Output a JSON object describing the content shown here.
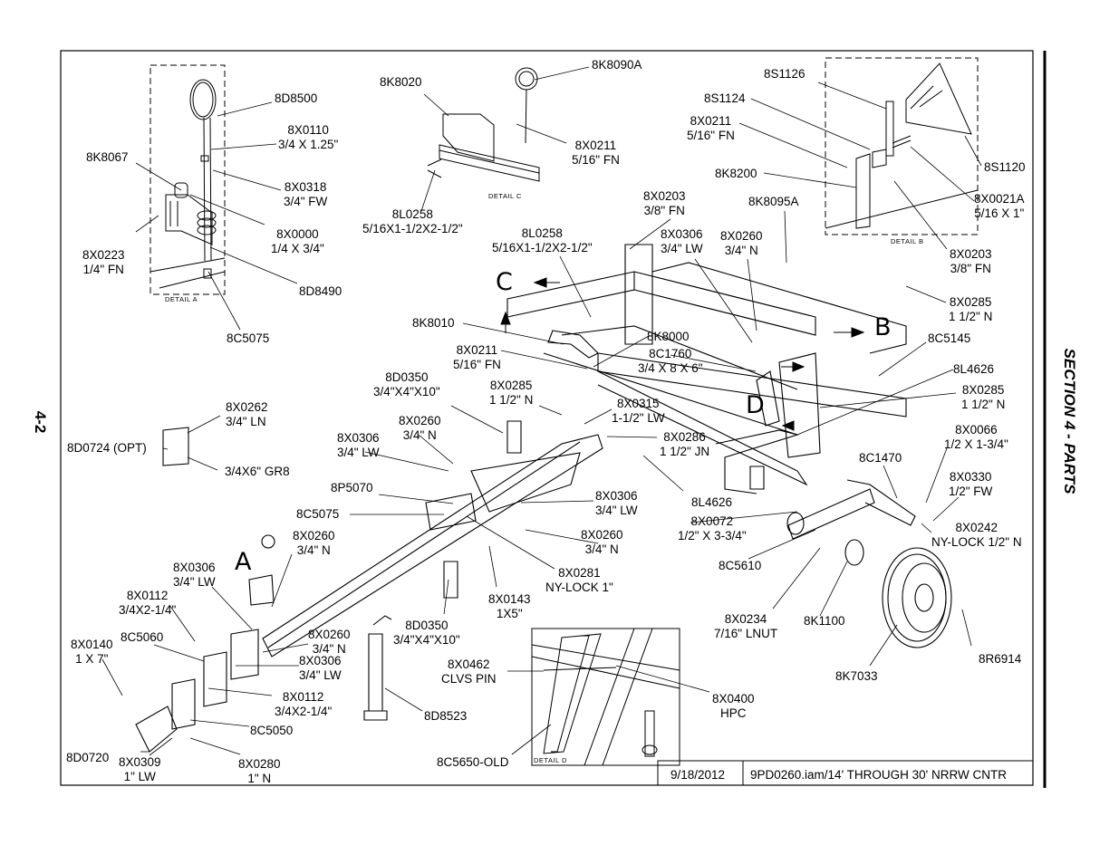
{
  "page": {
    "number": "4-2",
    "section": "SECTION 4 - PARTS"
  },
  "title_block": {
    "date": "9/18/2012",
    "file": "9PD0260.iam/14' THROUGH 30' NRRW CNTR"
  },
  "detail_labels": {
    "a": "DETAIL  A",
    "b": "DETAIL  B",
    "c": "DETAIL  C",
    "d": "DETAIL  D"
  },
  "detail_letters": {
    "a": "A",
    "b": "B",
    "c": "C",
    "d": "D"
  },
  "parts": {
    "p8D8500": "8D8500",
    "p8X0110": "8X0110\n3/4 X 1.25\"",
    "p8K8067": "8K8067",
    "p8X0318": "8X0318\n3/4\" FW",
    "p8X0000": "8X0000\n1/4 X 3/4\"",
    "p8X0223": "8X0223\n1/4\" FN",
    "p8D8490": "8D8490",
    "p8C5075a": "8C5075",
    "p8K8020": "8K8020",
    "p8K8090A": "8K8090A",
    "p8X0211c": "8X0211\n5/16\" FN",
    "p8L0258c": "8L0258\n5/16X1-1/2X2-1/2\"",
    "p8S1126": "8S1126",
    "p8S1124": "8S1124",
    "p8X0211b": "8X0211\n5/16\" FN",
    "p8K8200": "8K8200",
    "p8S1120": "8S1120",
    "p8X0021A": "8X0021A\n5/16 X 1\"",
    "p8X0203b": "8X0203\n3/8\" FN",
    "p8X0203": "8X0203\n3/8\" FN",
    "p8K8095A": "8K8095A",
    "p8L0258": "8L0258\n5/16X1-1/2X2-1/2\"",
    "p8X0306a": "8X0306\n3/4\" LW",
    "p8X0260a": "8X0260\n3/4\" N",
    "p8X0285a": "8X0285\n1 1/2\" N",
    "p8K8010": "8K8010",
    "p8K8000": "8K8000",
    "p8X0211": "8X0211\n5/16\" FN",
    "p8C1760": "8C1760\n3/4 X 8 X 6\"",
    "p8C5145": "8C5145",
    "p8L4626a": "8L4626",
    "p8X0285b": "8X0285\n1 1/2\" N",
    "p8D0350a": "8D0350\n3/4\"X4\"X10\"",
    "p8X0285c": "8X0285\n1 1/2\" N",
    "p8X0315": "8X0315\n1-1/2\" LW",
    "p8X0286": "8X0286\n1 1/2\" JN",
    "p8X0066": "8X0066\n1/2 X 1-3/4\"",
    "p8X0262": "8X0262\n3/4\" LN",
    "p8D0724": "8D0724 (OPT)",
    "p34x6": "3/4X6\" GR8",
    "p8X0306b": "8X0306\n3/4\" LW",
    "p8X0260b": "8X0260\n3/4\" N",
    "p8P5070": "8P5070",
    "p8C1470": "8C1470",
    "p8X0330": "8X0330\n1/2\" FW",
    "p8X0306c": "8X0306\n3/4\" LW",
    "p8L4626b": "8L4626",
    "p8C5075b": "8C5075",
    "p8X0072": "8X0072\n1/2\" X 3-3/4\"",
    "p8X0242": "8X0242\nNY-LOCK 1/2\" N",
    "p8X0260c": "8X0260\n3/4\" N",
    "p8X0260d": "8X0260\n3/4\" N",
    "p8X0281": "8X0281\nNY-LOCK 1\"",
    "p8C5610": "8C5610",
    "p8X0306d": "8X0306\n3/4\" LW",
    "p8X0112a": "8X0112\n3/4X2-1/4\"",
    "p8X0143": "8X0143\n1X5\"",
    "p8X0234": "8X0234\n7/16\" LNUT",
    "p8K1100": "8K1100",
    "p8C5060": "8C5060",
    "p8X0140": "8X0140\n1 X 7\"",
    "p8X0260e": "8X0260\n3/4\" N",
    "p8X0306e": "8X0306\n3/4\" LW",
    "p8D0350b": "8D0350\n3/4\"X4\"X10\"",
    "p8X0462": "8X0462\nCLVS PIN",
    "p8X0400": "8X0400\nHPC",
    "p8R6914": "8R6914",
    "p8K7033": "8K7033",
    "p8X0112b": "8X0112\n3/4X2-1/4\"",
    "p8D8523": "8D8523",
    "p8C5050": "8C5050",
    "p8D0720": "8D0720",
    "p8X0309": "8X0309\n1\" LW",
    "p8X0280": "8X0280\n1\" N",
    "p8C5650": "8C5650-OLD"
  }
}
